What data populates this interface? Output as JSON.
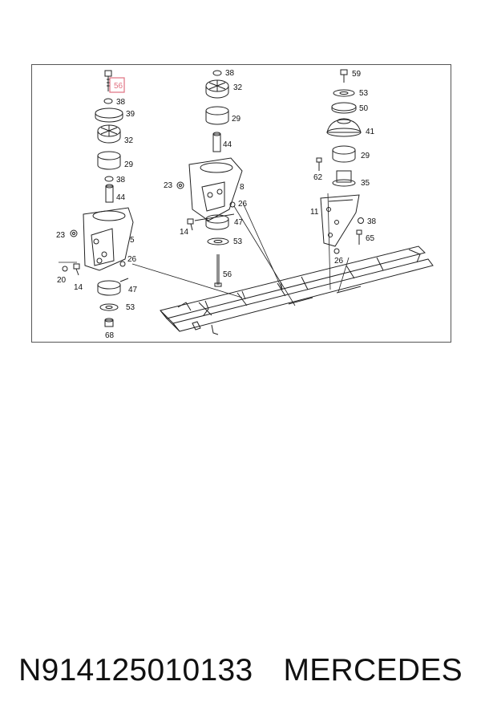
{
  "diagram": {
    "highlight_color": "#e07080",
    "col1": {
      "labels": [
        "56",
        "38",
        "39",
        "32",
        "29",
        "38",
        "44",
        "23",
        "5",
        "26",
        "20",
        "14",
        "47",
        "53",
        "68"
      ],
      "highlighted": "56"
    },
    "col2": {
      "labels": [
        "38",
        "32",
        "29",
        "44",
        "23",
        "8",
        "26",
        "14",
        "47",
        "53",
        "56"
      ]
    },
    "col3": {
      "labels": [
        "59",
        "53",
        "50",
        "41",
        "29",
        "62",
        "35",
        "11",
        "38",
        "65",
        "26"
      ]
    }
  },
  "caption": {
    "part_number": "N914125010133",
    "brand": "MERCEDES"
  }
}
